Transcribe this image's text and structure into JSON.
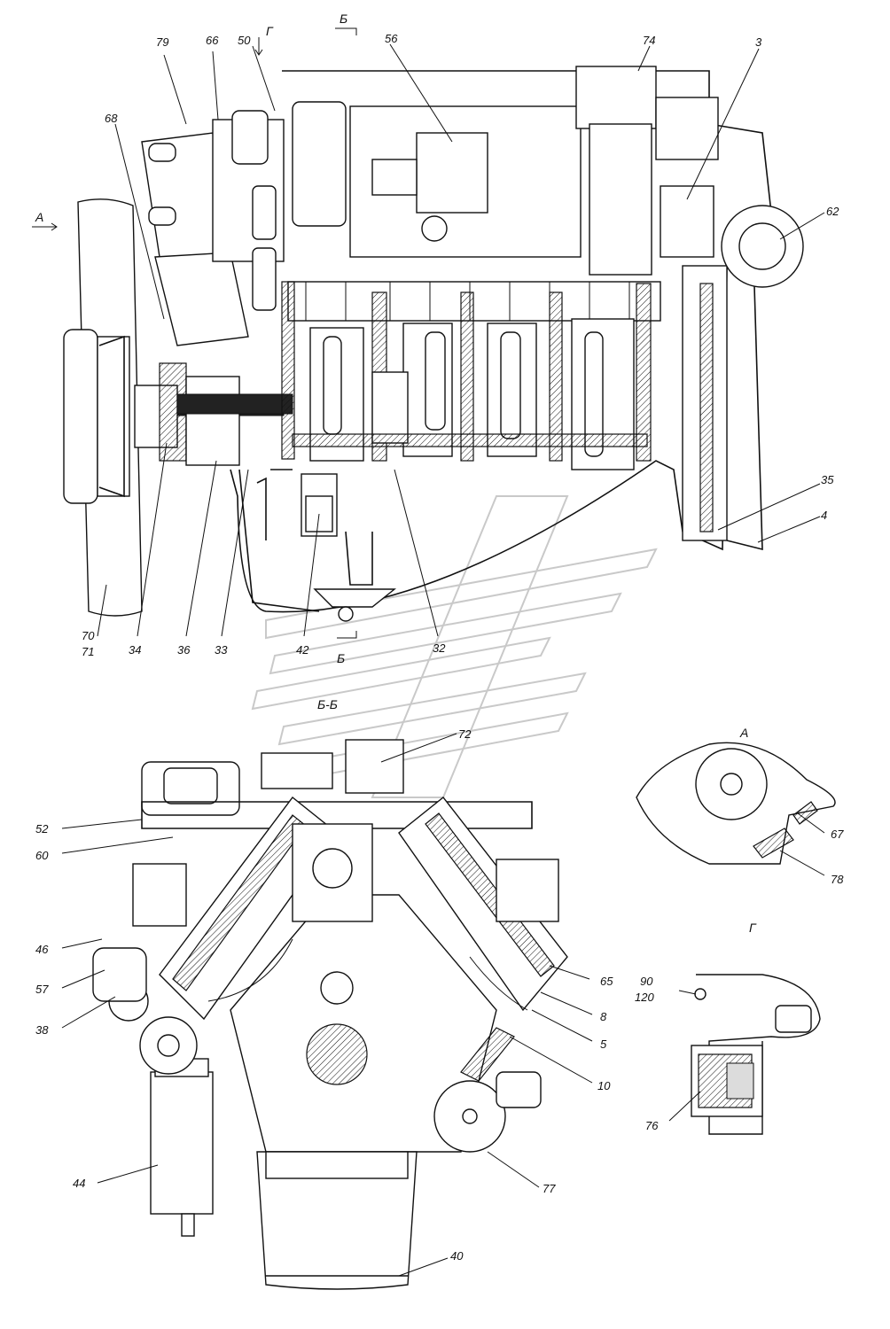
{
  "views": {
    "section_bb": "Б-Б",
    "view_a": "А",
    "view_g": "Г",
    "arrow_a": "А",
    "arrow_g": "Г",
    "cut_b_top": "Б",
    "cut_b_bottom": "Б"
  },
  "callouts": {
    "c79": "79",
    "c66": "66",
    "c50": "50",
    "c56": "56",
    "c74": "74",
    "c3": "3",
    "c68": "68",
    "c62": "62",
    "c35": "35",
    "c4": "4",
    "c70": "70",
    "c71": "71",
    "c34": "34",
    "c36": "36",
    "c33": "33",
    "c42": "42",
    "c32": "32",
    "c72": "72",
    "c52": "52",
    "c60": "60",
    "c46": "46",
    "c57": "57",
    "c38": "38",
    "c44": "44",
    "c40": "40",
    "c65": "65",
    "c8": "8",
    "c5": "5",
    "c10": "10",
    "c77": "77",
    "c67": "67",
    "c78": "78",
    "c90": "90",
    "c120": "120",
    "c76": "76"
  }
}
